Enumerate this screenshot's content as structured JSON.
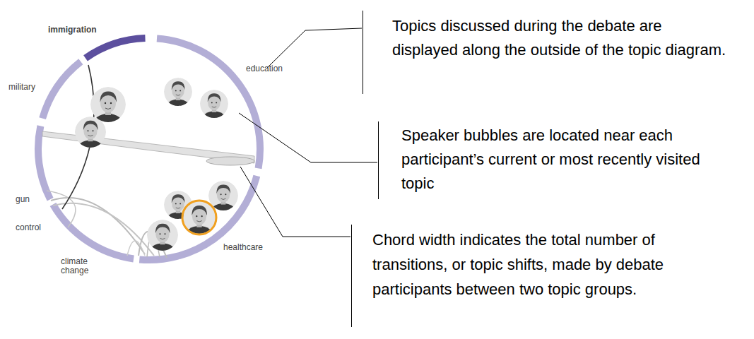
{
  "diagram": {
    "labels": [
      "immigration",
      "education",
      "military",
      "gun control",
      "climate change",
      "healthcare",
      "Topics discussed during the debate are displayed along the outside of the topic diagram.",
      "Speaker bubbles are located near each participant’s current or most recently visited topic",
      "Chord width indicates the total number of transitions, or topic shifts, made by debate participants between two topic groups."
    ]
  }
}
